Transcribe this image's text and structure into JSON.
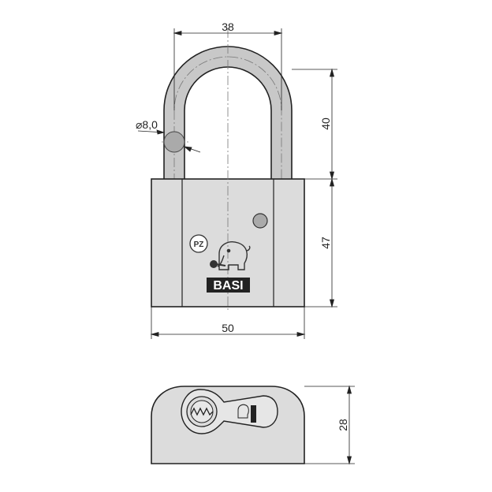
{
  "dimensions": {
    "shackle_width": "38",
    "shackle_diameter": "⌀8,0",
    "shackle_height": "40",
    "body_height": "47",
    "body_width": "50",
    "depth": "28"
  },
  "brand": {
    "logo_text": "BASI",
    "cylinder_label": "PZ"
  },
  "colors": {
    "line": "#222222",
    "fill": "#dcdcdc",
    "shackle_fill": "#c8c8c8",
    "marker": "#aaaaaa"
  }
}
